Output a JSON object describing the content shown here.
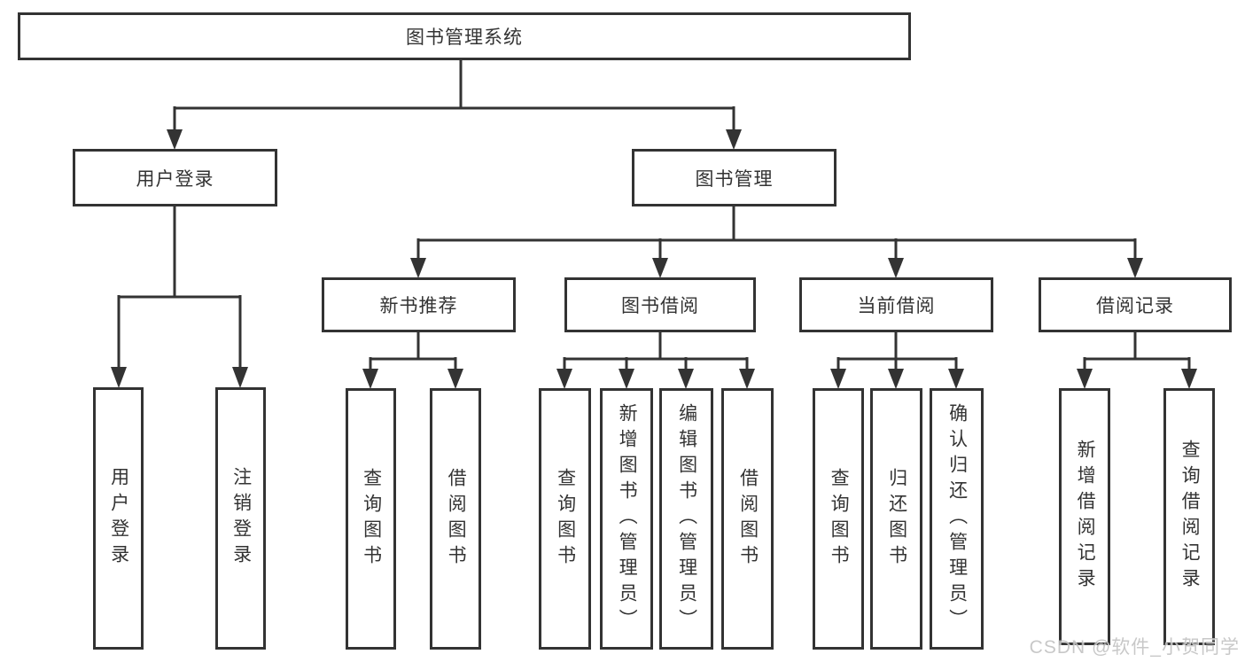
{
  "tree": {
    "label": "图书管理系统",
    "children": [
      {
        "label": "用户登录",
        "children": [
          {
            "label": "用户登录"
          },
          {
            "label": "注销登录"
          }
        ]
      },
      {
        "label": "图书管理",
        "children": [
          {
            "label": "新书推荐",
            "children": [
              {
                "label": "查询图书"
              },
              {
                "label": "借阅图书"
              }
            ]
          },
          {
            "label": "图书借阅",
            "children": [
              {
                "label": "查询图书"
              },
              {
                "label": "新增图书（管理员）"
              },
              {
                "label": "编辑图书（管理员）"
              },
              {
                "label": "借阅图书"
              }
            ]
          },
          {
            "label": "当前借阅",
            "children": [
              {
                "label": "查询图书"
              },
              {
                "label": "归还图书"
              },
              {
                "label": "确认归还（管理员）"
              }
            ]
          },
          {
            "label": "借阅记录",
            "children": [
              {
                "label": "新增借阅记录"
              },
              {
                "label": "查询借阅记录"
              }
            ]
          }
        ]
      }
    ]
  },
  "watermark": {
    "text": "CSDN @软件_小贺同学"
  },
  "colors": {
    "line": "#333333",
    "text": "#333333",
    "box_bg": "#ffffff",
    "background": "#ffffff",
    "watermark": "#bfbfbf"
  }
}
